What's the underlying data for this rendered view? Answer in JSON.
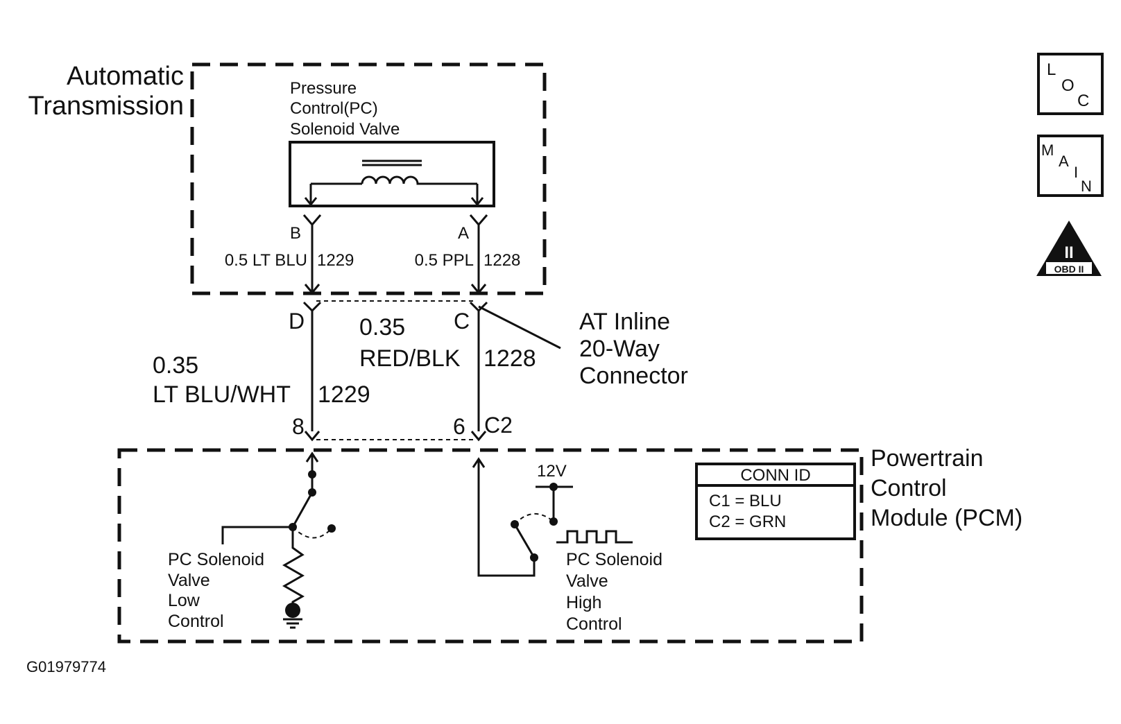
{
  "components": {
    "transmission": {
      "label_line1": "Automatic",
      "label_line2": "Transmission"
    },
    "pc_valve": {
      "line1": "Pressure",
      "line2": "Control(PC)",
      "line3": "Solenoid Valve"
    },
    "pcm": {
      "line1": "Powertrain",
      "line2": "Control",
      "line3": "Module (PCM)"
    },
    "inline_connector": {
      "line1": "AT Inline",
      "line2": "20-Way",
      "line3": "Connector"
    }
  },
  "pins": {
    "valve_b": "B",
    "valve_a": "A",
    "inline_d": "D",
    "inline_c": "C",
    "pcm_8": "8",
    "pcm_6": "6",
    "pcm_conn": "C2"
  },
  "wires": {
    "upper_left": {
      "gauge_color": "0.5 LT BLU",
      "circuit": "1229"
    },
    "upper_right": {
      "gauge_color": "0.5 PPL",
      "circuit": "1228"
    },
    "lower_left": {
      "gauge": "0.35",
      "color": "LT BLU/WHT",
      "circuit": "1229"
    },
    "lower_right": {
      "gauge": "0.35",
      "color": "RED/BLK",
      "circuit": "1228"
    }
  },
  "pcm_internal": {
    "low_control": {
      "line1": "PC Solenoid",
      "line2": "Valve",
      "line3": "Low",
      "line4": "Control"
    },
    "high_control": {
      "line1": "PC Solenoid",
      "line2": "Valve",
      "line3": "High",
      "line4": "Control"
    },
    "supply_voltage": "12V"
  },
  "conn_id": {
    "header": "CONN ID",
    "rows": [
      "C1 = BLU",
      "C2 = GRN"
    ]
  },
  "side_icons": {
    "loc": [
      "L",
      "O",
      "C"
    ],
    "main": [
      "M",
      "A",
      "I",
      "N"
    ],
    "obd": {
      "symbol": "II",
      "label": "OBD II"
    }
  },
  "figure_id": "G01979774"
}
